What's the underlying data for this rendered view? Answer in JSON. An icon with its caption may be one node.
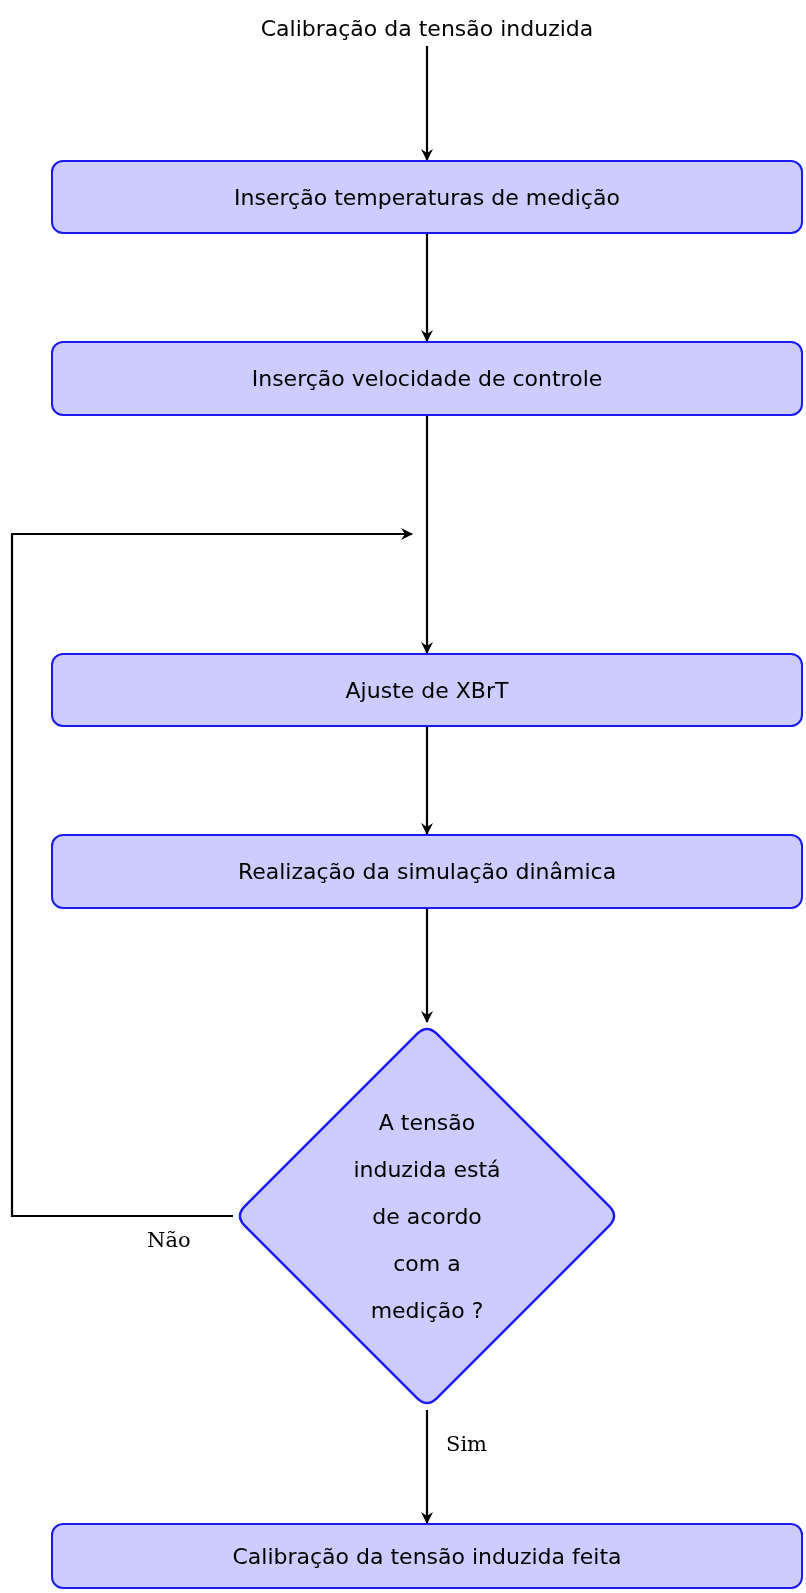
{
  "diagram": {
    "nodes": [
      {
        "text": [
          "Calibração da tensão induzida"
        ]
      },
      {
        "text": [
          "Inserção temperaturas de medição"
        ]
      },
      {
        "text": [
          "Inserção velocidade de controle"
        ]
      },
      {
        "text": [
          "Ajuste de XBrT"
        ]
      },
      {
        "text": [
          "Realização da simulação dinâmica"
        ]
      },
      {
        "text": [
          "A tensão induzida está de acordo com a medição ?"
        ]
      },
      {
        "text": [
          "Calibração da tensão induzida feita"
        ]
      }
    ],
    "edges": [
      {
        "from": 0,
        "to": 1,
        "arrow": "to"
      },
      {
        "from": 1,
        "to": 2,
        "arrow": "to"
      },
      {
        "from": 2,
        "to": 3,
        "arrow": "to"
      },
      {
        "from": 3,
        "to": 4,
        "arrow": "to"
      },
      {
        "from": 4,
        "to": 5,
        "arrow": "to"
      },
      {
        "from": 5,
        "to": null,
        "arrow": "to",
        "label": "Não"
      },
      {
        "from": 5,
        "to": 6,
        "arrow": "to",
        "label": "Sim"
      }
    ]
  }
}
